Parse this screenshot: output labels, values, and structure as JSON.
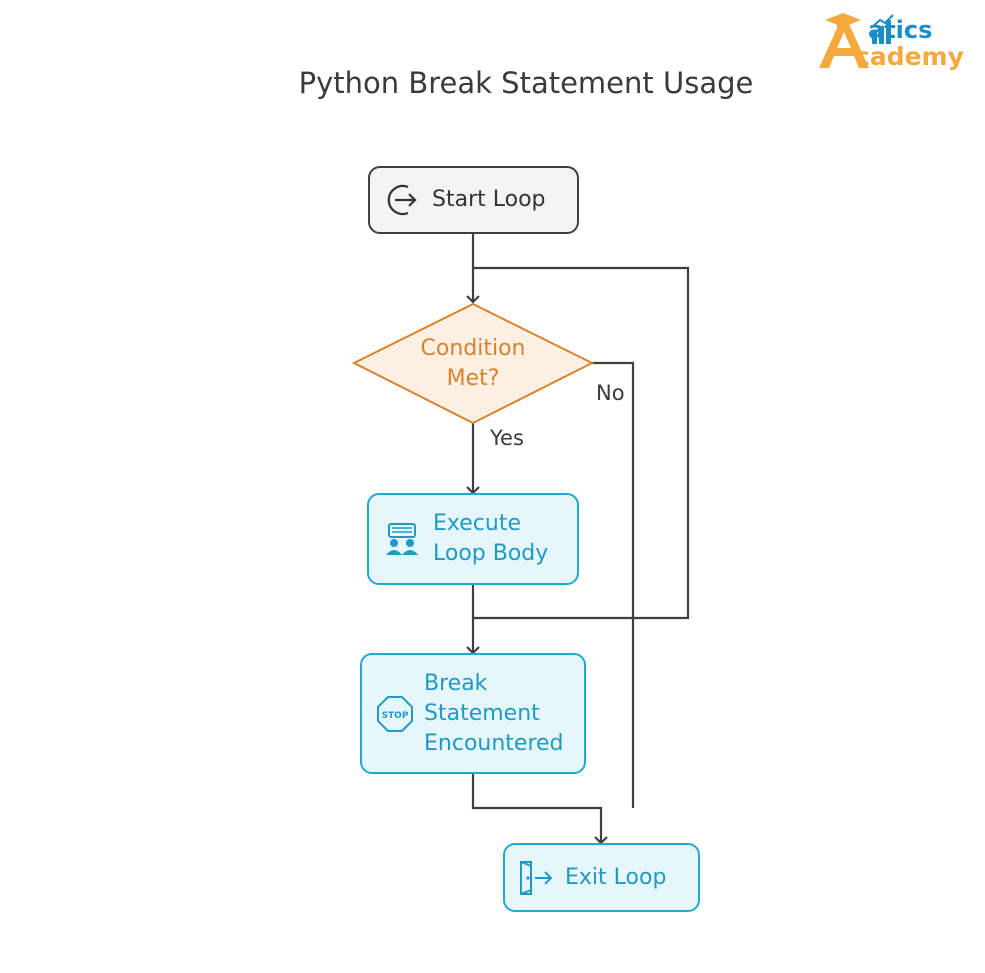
{
  "title": "Python Break Statement Usage",
  "logo": {
    "line1": "atics",
    "line2": "cademy",
    "letter": "A"
  },
  "nodes": {
    "start": {
      "label": "Start Loop",
      "icon": "enter-arrow-icon"
    },
    "condition": {
      "line1": "Condition",
      "line2": "Met?"
    },
    "execute": {
      "line1": "Execute",
      "line2": "Loop Body",
      "icon": "people-laptop-icon"
    },
    "break": {
      "line1": "Break",
      "line2": "Statement",
      "line3": "Encountered",
      "icon": "stop-sign-icon"
    },
    "exit": {
      "label": "Exit Loop",
      "icon": "exit-door-icon"
    }
  },
  "edges": {
    "yes": "Yes",
    "no": "No"
  },
  "colors": {
    "gray_border": "#3f3f3f",
    "blue_border": "#22a9d0",
    "blue_fill": "#e6f7fc",
    "orange": "#d9822b",
    "diamond_fill": "#fdf0e2"
  }
}
